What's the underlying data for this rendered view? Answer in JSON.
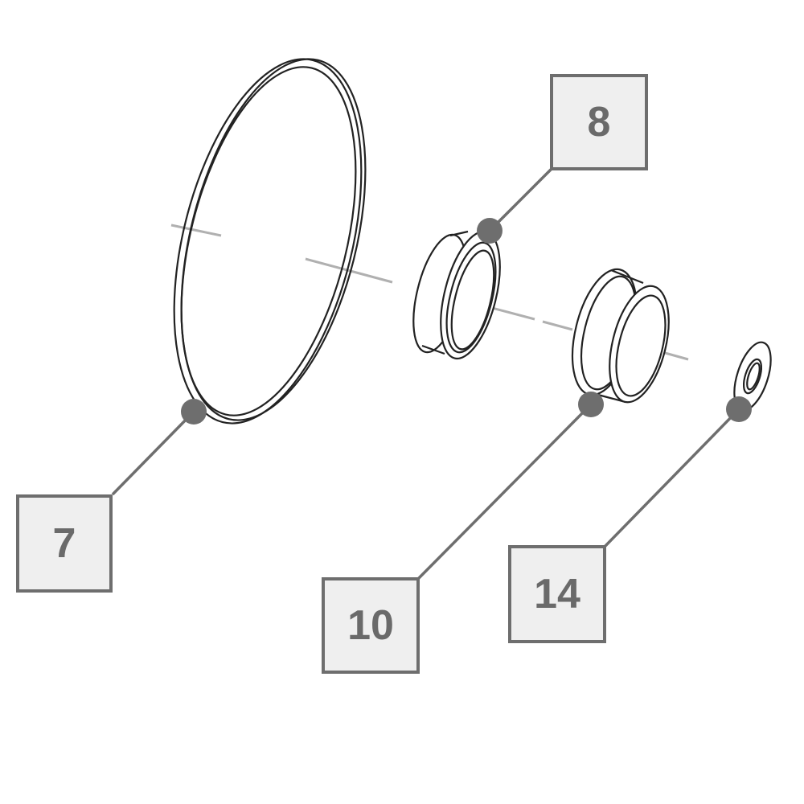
{
  "callouts": {
    "part_7": "7",
    "part_8": "8",
    "part_10": "10",
    "part_14": "14"
  },
  "colors": {
    "outline": "#222222",
    "leader": "#6e6e6e",
    "dot": "#6e6e6e",
    "axis": "#b0b0b0",
    "box_fill": "#efefef",
    "label_text": "#6a6a6a"
  }
}
